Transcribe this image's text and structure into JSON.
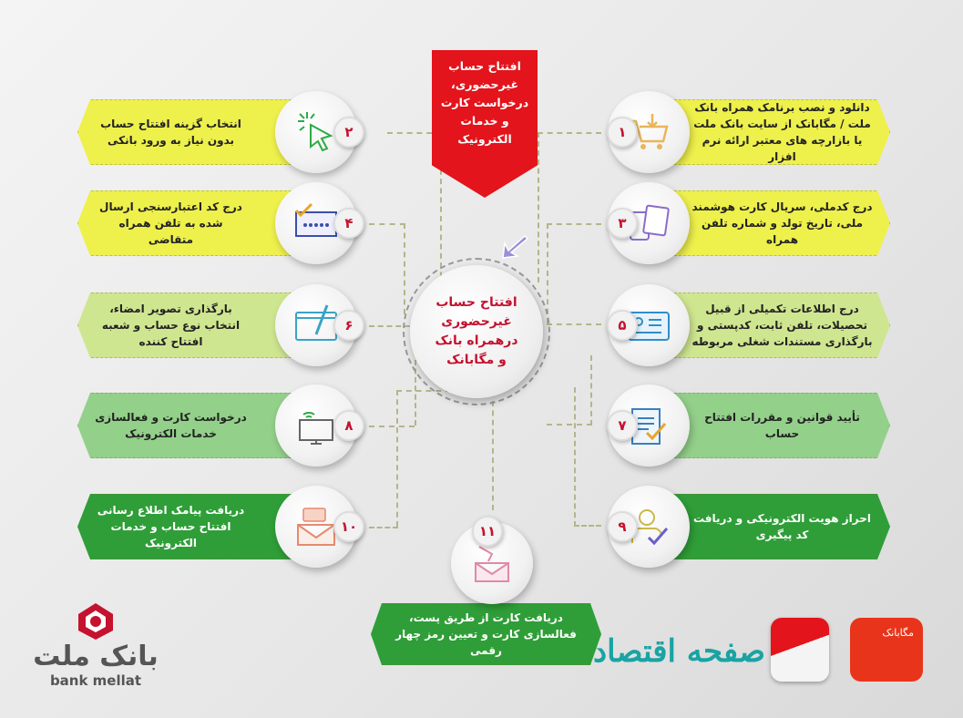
{
  "title_banner": {
    "lines": [
      "افتتاح حساب",
      "غیرحضوری،",
      "درخواست کارت",
      "و خدمات",
      "الکترونیک"
    ],
    "color": "#e3141b"
  },
  "center": {
    "lines": [
      "افتتاح حساب",
      "غیرحضوری",
      "درهمراه بانک",
      "و مگابانک"
    ],
    "color": "#c4122f"
  },
  "steps": [
    {
      "num": "۱",
      "text": "دانلود و نصب برنامک همراه بانک ملت / مگابانک از سایت بانک ملت یا بازارچه های معتبر ارائه نرم افزار",
      "icon": "cart-download-icon",
      "color": "#eef04c"
    },
    {
      "num": "۲",
      "text": "انتخاب گزینه افتتاح حساب بدون نیاز به ورود بانکی",
      "icon": "cursor-click-icon",
      "color": "#eef04c"
    },
    {
      "num": "۳",
      "text": "درج کدملی، سریال کارت هوشمند ملی، تاریخ تولد و شماره تلفن همراه",
      "icon": "phone-card-icon",
      "color": "#eef04c"
    },
    {
      "num": "۴",
      "text": "درج کد اعتبارسنجی ارسال شده به تلفن همراه متقاضی",
      "icon": "password-check-icon",
      "color": "#eef04c"
    },
    {
      "num": "۵",
      "text": "درج اطلاعات تکمیلی از قبیل تحصیلات، تلفن ثابت، کدپستی و بارگذاری مستندات شغلی مربوطه",
      "icon": "id-card-icon",
      "color": "#cfe690"
    },
    {
      "num": "۶",
      "text": "بارگذاری تصویر امضاء، انتخاب نوع حساب و شعبه افتتاح کننده",
      "icon": "signature-pen-icon",
      "color": "#cfe690"
    },
    {
      "num": "۷",
      "text": "تأیید قوانین و مقررات افتتاح حساب",
      "icon": "document-check-icon",
      "color": "#93d08a"
    },
    {
      "num": "۸",
      "text": "درخواست کارت و فعالسازی خدمات الکترونیک",
      "icon": "monitor-wifi-icon",
      "color": "#93d08a"
    },
    {
      "num": "۹",
      "text": "احراز هویت الکترونیکی و دریافت کد پیگیری",
      "icon": "user-check-icon",
      "color": "#2f9e38"
    },
    {
      "num": "۱۰",
      "text": "دریافت پیامک اطلاع رسانی افتتاح حساب و خدمات الکترونیک",
      "icon": "envelope-message-icon",
      "color": "#2f9e38"
    },
    {
      "num": "۱۱",
      "text": "دریافت کارت از طریق پست، فعالسازی کارت و تعیین رمز چهار رقمی",
      "icon": "envelope-card-icon",
      "color": "#2f9e38"
    }
  ],
  "logo": {
    "fa": "بانک ملت",
    "en": "bank mellat",
    "color": "#c4122f"
  },
  "apps": {
    "label": "مگابانک",
    "watermark": "صفحه اقتصاد"
  }
}
